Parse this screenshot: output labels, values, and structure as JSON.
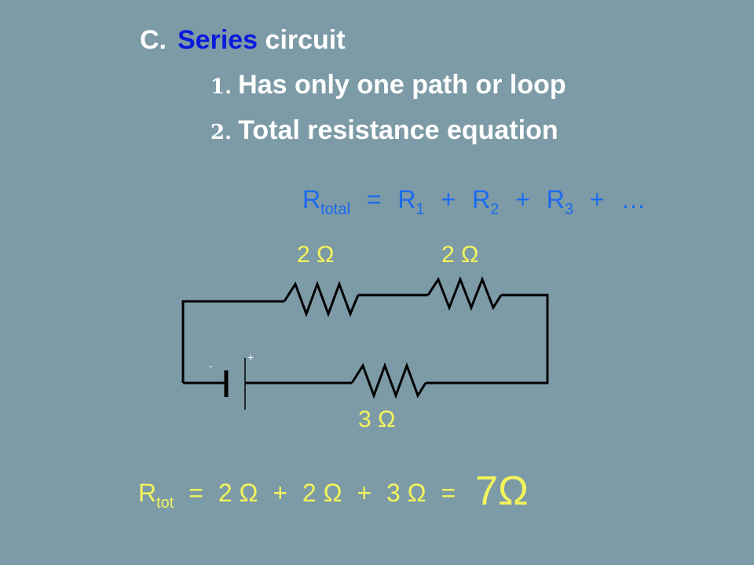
{
  "heading": {
    "prefix": "C.",
    "series_word": "Series",
    "rest": "circuit"
  },
  "items": [
    {
      "num": "1.",
      "text": "Has only one path or loop"
    },
    {
      "num": "2.",
      "text": "Total resistance equation"
    }
  ],
  "general_equation": {
    "lhs": "R",
    "lhs_sub": "total",
    "eq": "=",
    "terms": [
      {
        "r": "R",
        "sub": "1"
      },
      {
        "r": "R",
        "sub": "2"
      },
      {
        "r": "R",
        "sub": "3"
      }
    ],
    "plus": "+",
    "ellipsis": "…"
  },
  "resistor_labels": {
    "r1": "2 Ω",
    "r2": "2 Ω",
    "r3": "3 Ω"
  },
  "battery": {
    "negative": "-",
    "positive": "+"
  },
  "result": {
    "lhs": "R",
    "lhs_sub": "tot",
    "eq": "=",
    "t1": "2 Ω",
    "t2": "2 Ω",
    "t3": "3 Ω",
    "plus": "+",
    "total": "7Ω"
  },
  "colors": {
    "background": "#7d9ba6",
    "series_word": "#0b1bdc",
    "equation": "#1a6af0",
    "values": "#f4f45c",
    "wire": "#000000"
  }
}
